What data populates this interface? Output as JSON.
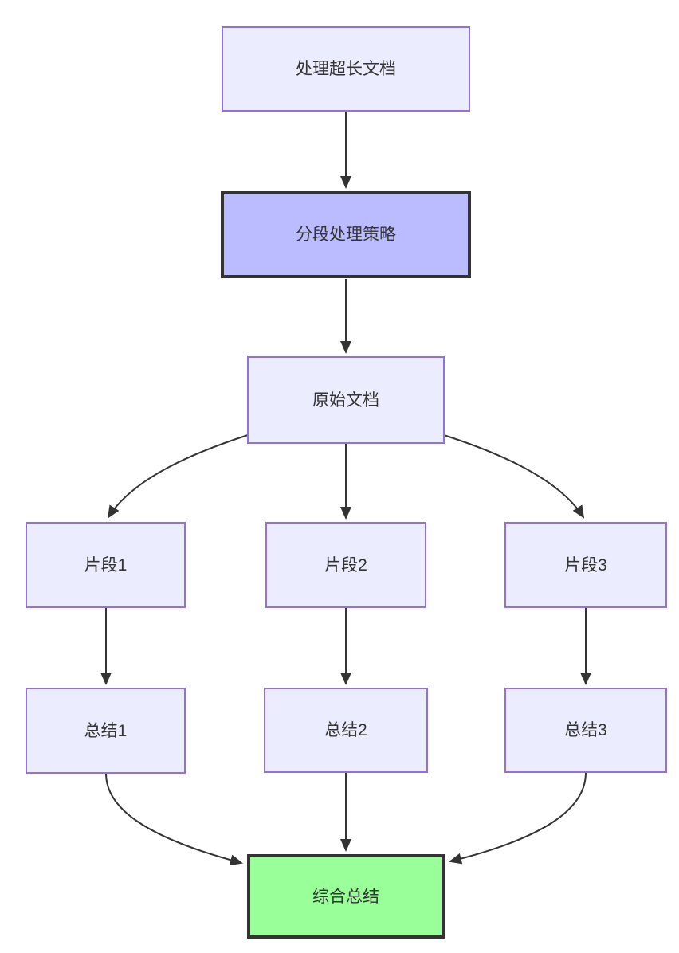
{
  "diagram": {
    "type": "flowchart",
    "direction": "top-down",
    "nodes": {
      "process_long_doc": {
        "label": "处理超长文档",
        "fill": "#ECECFF",
        "stroke": "#9370DB"
      },
      "segment_strategy": {
        "label": "分段处理策略",
        "fill": "#BBBBFF",
        "stroke": "#333333"
      },
      "original_doc": {
        "label": "原始文档",
        "fill": "#ECECFF",
        "stroke": "#9370DB"
      },
      "fragment_1": {
        "label": "片段1",
        "fill": "#ECECFF",
        "stroke": "#9370DB"
      },
      "fragment_2": {
        "label": "片段2",
        "fill": "#ECECFF",
        "stroke": "#9370DB"
      },
      "fragment_3": {
        "label": "片段3",
        "fill": "#ECECFF",
        "stroke": "#9370DB"
      },
      "summary_1": {
        "label": "总结1",
        "fill": "#ECECFF",
        "stroke": "#9370DB"
      },
      "summary_2": {
        "label": "总结2",
        "fill": "#ECECFF",
        "stroke": "#9370DB"
      },
      "summary_3": {
        "label": "总结3",
        "fill": "#ECECFF",
        "stroke": "#9370DB"
      },
      "final_summary": {
        "label": "综合总结",
        "fill": "#99FF99",
        "stroke": "#333333"
      }
    },
    "edges": [
      {
        "from": "process_long_doc",
        "to": "segment_strategy"
      },
      {
        "from": "segment_strategy",
        "to": "original_doc"
      },
      {
        "from": "original_doc",
        "to": "fragment_1"
      },
      {
        "from": "original_doc",
        "to": "fragment_2"
      },
      {
        "from": "original_doc",
        "to": "fragment_3"
      },
      {
        "from": "fragment_1",
        "to": "summary_1"
      },
      {
        "from": "fragment_2",
        "to": "summary_2"
      },
      {
        "from": "fragment_3",
        "to": "summary_3"
      },
      {
        "from": "summary_1",
        "to": "final_summary"
      },
      {
        "from": "summary_2",
        "to": "final_summary"
      },
      {
        "from": "summary_3",
        "to": "final_summary"
      }
    ],
    "colors": {
      "background": "#FFFFFF",
      "edge_color": "#333333",
      "text_color": "#333333",
      "default_node_fill": "#ECECFF",
      "default_node_stroke": "#9370DB",
      "strategy_node_fill": "#BBBBFF",
      "final_node_fill": "#99FF99",
      "emphasis_stroke": "#333333"
    }
  }
}
